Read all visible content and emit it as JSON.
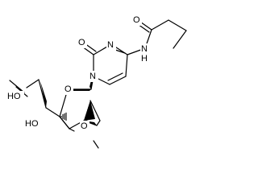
{
  "molecule": {
    "atoms": {
      "amide_oxygen": "O",
      "amide_nitrogen": "N",
      "amide_hydrogen": "H",
      "pyrimidine_nitrogen_3": "N",
      "pyrimidine_nitrogen_1": "N",
      "carbonyl_oxygen": "O",
      "ring_oxygen": "O",
      "hydroxymethyl": "HO",
      "hydroxyl_3": "HO",
      "methoxy_oxygen": "O"
    }
  }
}
